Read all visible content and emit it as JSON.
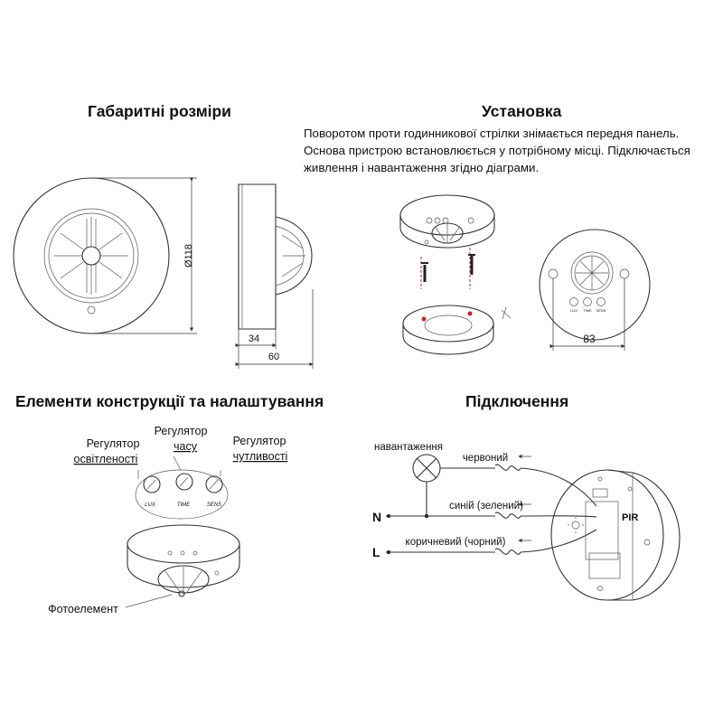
{
  "sections": {
    "dimensions": {
      "title": "Габаритні розміри",
      "dia_label": "Ø118",
      "side_small": "34",
      "side_total": "60"
    },
    "install": {
      "title": "Установка",
      "text_lines": [
        "Поворотом проти годинникової стрілки знімається передня панель.",
        "Основа пристрою встановлюється у потрібному місці. Підключається",
        "живлення і навантаження згідно діаграми."
      ],
      "mount_dim": "83",
      "knob_labels": [
        "LUX",
        "TIME",
        "SENS"
      ]
    },
    "elements": {
      "title": "Елементи конструкції та налаштування",
      "light_regulator": [
        "Регулятор",
        "освітленості"
      ],
      "time_regulator": [
        "Регулятор",
        "часу"
      ],
      "sens_regulator": [
        "Регулятор",
        "чутливості"
      ],
      "photo_element": "Фотоелемент",
      "knob_labels": [
        "LUX",
        "TIME",
        "SENS"
      ]
    },
    "wiring": {
      "title": "Підключення",
      "load": "навантаження",
      "red": "червоний",
      "blue": "синій (зелений)",
      "brown": "коричневий (чорний)",
      "neutral": "N",
      "line": "L",
      "pir": "PIR"
    }
  }
}
